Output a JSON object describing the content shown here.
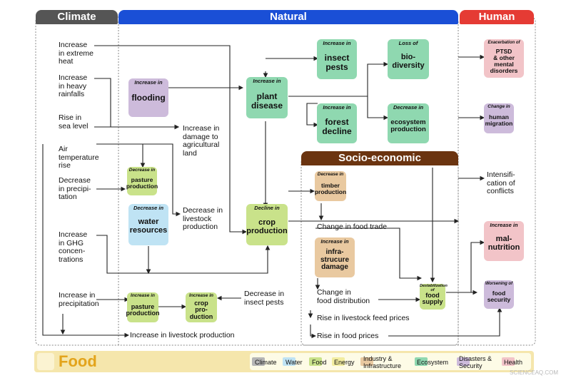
{
  "sections": {
    "climate": "Climate",
    "natural": "Natural",
    "human": "Human",
    "socio": "Socio-economic"
  },
  "colors": {
    "climate": "#555555",
    "natural": "#1a4fd6",
    "human": "#e53b34",
    "socio": "#6b3410",
    "climate_chip": "#b5b5b5",
    "water": "#bfe3f4",
    "food": "#c9e28a",
    "energy": "#f2eda0",
    "industry": "#e9c9a0",
    "ecosystem": "#8fd8b0",
    "disasters": "#cdbbdb",
    "health": "#f2c4c8",
    "food_bar": "#f5e6ac"
  },
  "climate_items": {
    "extreme_heat": "Increase\nin extreme\nheat",
    "heavy_rain": "Increase\nin heavy\nrainfalls",
    "sea_level": "Rise in\nsea level",
    "air_temp": "Air\ntemperature\nrise",
    "precip_decrease": "Decrease\nin precipi-\ntation",
    "ghg": "Increase\nin GHG\nconcen-\ntrations",
    "precip_increase": "Increase in\nprecipitation"
  },
  "natural_items": {
    "flooding_tag": "Increase in",
    "flooding": "flooding",
    "damage_land": "Increase in\ndamage to\nagricultural\nland",
    "plant_disease_tag": "Increase in",
    "plant_disease": "plant\ndisease",
    "insect_pests_tag": "Increase in",
    "insect_pests": "insect\npests",
    "biodiversity_tag": "Loss of",
    "biodiversity": "bio-\ndiversity",
    "forest_decline_tag": "Increase in",
    "forest_decline": "forest\ndecline",
    "ecosystem_tag": "Decrease in",
    "ecosystem": "ecosystem\nproduction",
    "pasture_dec_tag": "Decrease in",
    "pasture_dec": "pasture\nproduction",
    "water_tag": "Decrease in",
    "water": "water\nresources",
    "livestock_dec": "Decrease in\nlivestock\nproduction",
    "crop_dec_tag": "Decline in",
    "crop_dec": "crop\nproduction",
    "pasture_inc_tag": "Increase in",
    "pasture_inc": "pasture\nproduction",
    "crop_inc_tag": "Increase in",
    "crop_inc": "crop\npro-\nduction",
    "insect_dec": "Decrease in\ninsect pests",
    "livestock_inc": "Increase in livestock production"
  },
  "socio_items": {
    "timber_tag": "Decrease in",
    "timber": "timber\nproduction",
    "food_trade": "Change in food trade",
    "infra_tag": "Increase in",
    "infra": "infra-\nstrucure\ndamage",
    "food_dist": "Change in\nfood distribution",
    "food_supply_tag": "Destabilization of",
    "food_supply": "food\nsupply",
    "feed_prices": "Rise in livestock feed prices",
    "food_prices": "Rise in food prices"
  },
  "human_items": {
    "ptsd_tag": "Exacerbation of",
    "ptsd": "PTSD\n& other\nmental\ndisorders",
    "migration_tag": "Change in",
    "migration": "human\nmigration",
    "conflicts": "Intensifi-\ncation of\nconflicts",
    "malnutrition_tag": "Increase in",
    "malnutrition": "mal-\nnutrition",
    "food_security_tag": "Worsening of",
    "food_security": "food\nsecurity"
  },
  "legend": {
    "title": "Food",
    "climate": "Climate",
    "water": "Water",
    "food": "Food",
    "energy": "Energy",
    "industry": "Industry &\nInfrastructure",
    "ecosystem": "Ecosystem",
    "disasters": "Disasters &\nSecurity",
    "health": "Health"
  },
  "watermark": "SCIENCEAQ.COM"
}
